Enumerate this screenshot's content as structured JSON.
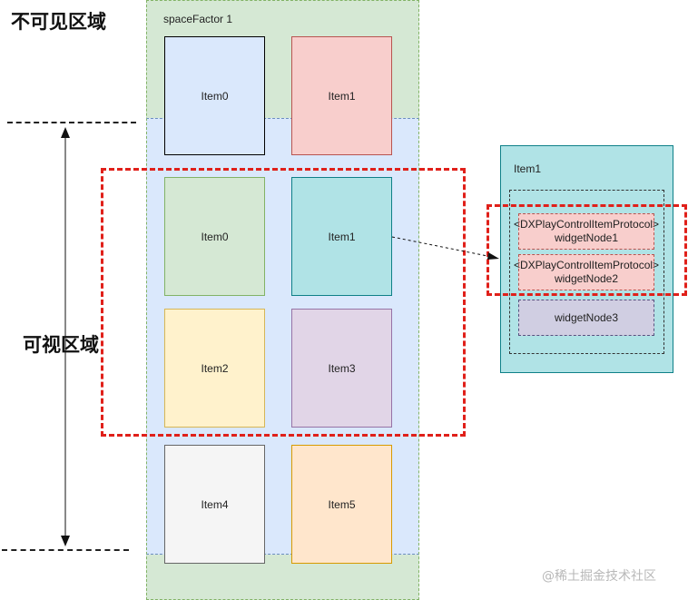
{
  "labels": {
    "invisible_area": "不可见区域",
    "visible_area": "可视区域",
    "space_factor": "spaceFactor 1",
    "panel_title": "Item1",
    "watermark": "@稀土掘金技术社区"
  },
  "grid_items": [
    {
      "label": "Item0",
      "fill": "#dae8fc",
      "stroke": "#000000"
    },
    {
      "label": "Item1",
      "fill": "#f8cecc",
      "stroke": "#b85450"
    },
    {
      "label": "Item0",
      "fill": "#d5e8d4",
      "stroke": "#82b366"
    },
    {
      "label": "Item1",
      "fill": "#b0e3e6",
      "stroke": "#0e8088"
    },
    {
      "label": "Item2",
      "fill": "#fff2cc",
      "stroke": "#d6b656"
    },
    {
      "label": "Item3",
      "fill": "#e1d5e7",
      "stroke": "#9673a6"
    },
    {
      "label": "Item4",
      "fill": "#f5f5f5",
      "stroke": "#666666"
    },
    {
      "label": "Item5",
      "fill": "#ffe6cc",
      "stroke": "#d79b00"
    }
  ],
  "nodes": [
    {
      "line1": "<DXPlayControlItemProtocol>",
      "line2": "widgetNode1"
    },
    {
      "line1": "<DXPlayControlItemProtocol>",
      "line2": "widgetNode2"
    },
    {
      "line1": "",
      "line2": "widgetNode3"
    }
  ],
  "colors": {
    "highlight_dash": "#e0201a",
    "panel_fill": "#b0e3e6",
    "panel_stroke": "#0e8088",
    "node_fill": "#f8cecc",
    "node3_fill": "#d0cee2"
  }
}
